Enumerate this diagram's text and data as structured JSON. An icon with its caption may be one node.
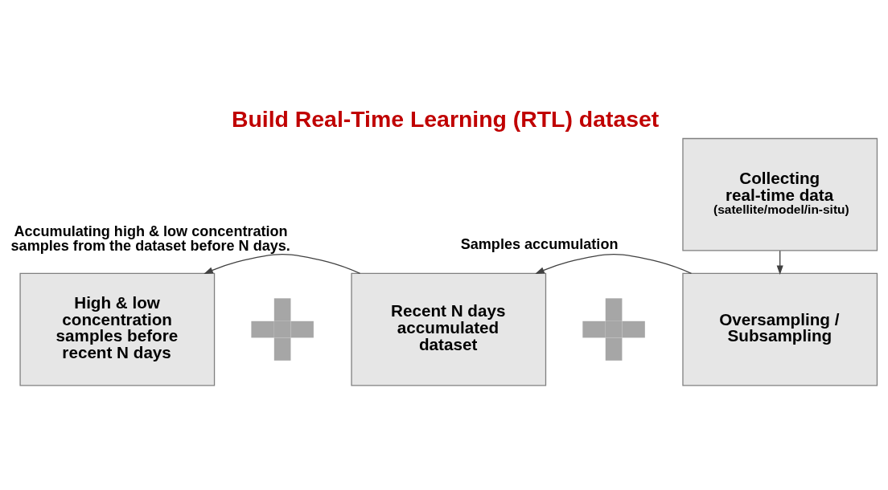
{
  "diagram": {
    "title": "Build Real-Time Learning (RTL) dataset",
    "nodes": [
      {
        "text": [
          "High & low concentration samples before recent N days"
        ]
      },
      {
        "text": [],
        "shape": "plus"
      },
      {
        "text": [
          "Recent N days accumulated dataset"
        ]
      },
      {
        "text": [],
        "shape": "plus"
      },
      {
        "text": [
          "Collecting real-time data",
          "(satellite/model/in-situ)"
        ]
      },
      {
        "text": [
          "Oversampling / Subsampling"
        ]
      }
    ],
    "edges": [
      {
        "from": 2,
        "to": 0,
        "arrow": "to",
        "label": "Accumulating high & low concentration samples from the dataset before N days."
      },
      {
        "from": 4,
        "to": 5,
        "arrow": "to"
      },
      {
        "from": 5,
        "to": 2,
        "arrow": "to",
        "label": "Samples accumulation"
      }
    ]
  }
}
